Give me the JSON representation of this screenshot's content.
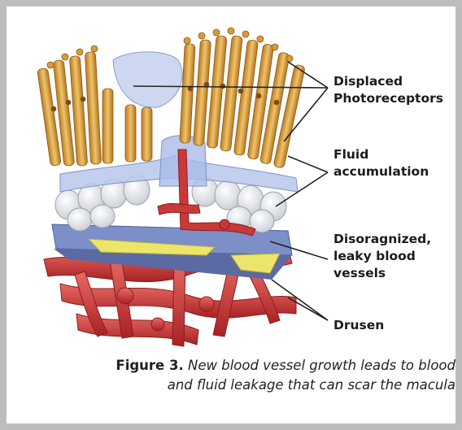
{
  "labels": {
    "photoreceptors_l1": "Displaced",
    "photoreceptors_l2": "Photoreceptors",
    "fluid_l1": "Fluid",
    "fluid_l2": "accumulation",
    "vessels_l1": "Disoragnized,",
    "vessels_l2": "leaky blood",
    "vessels_l3": "vessels",
    "drusen": "Drusen"
  },
  "caption": {
    "figure_label": "Figure 3.",
    "line1": "New blood vessel growth leads to blood",
    "line2": "and fluid leakage that can scar the macula"
  },
  "colors": {
    "frame": "#bdbdbd",
    "photoreceptor": "#d79b3a",
    "fluid": "#b9c8ea",
    "cell_layer": "#eef0f3",
    "membrane": "#6f86c8",
    "drusen": "#e8e36a",
    "vessel": "#cf3c3a"
  }
}
